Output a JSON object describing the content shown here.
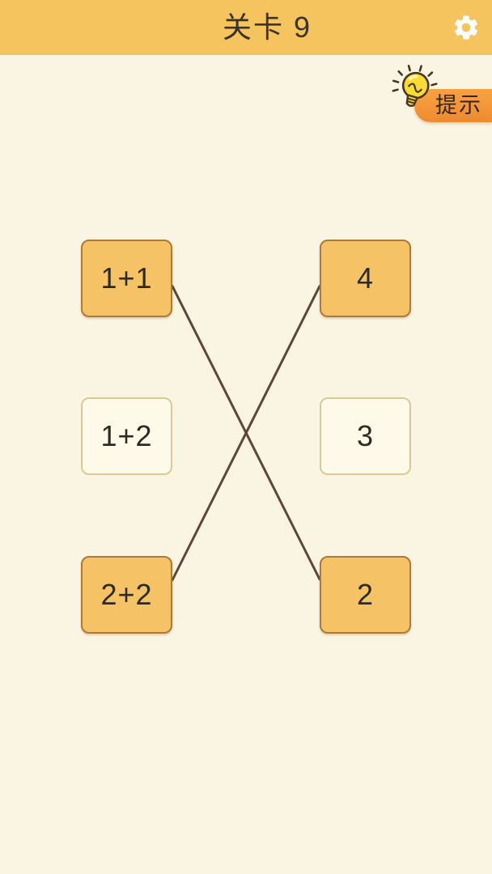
{
  "header": {
    "title": "关卡 9",
    "settings_icon": "gear-icon"
  },
  "hint": {
    "label": "提示",
    "icon": "lightbulb-icon"
  },
  "board": {
    "cards": [
      {
        "id": "1+1",
        "label": "1+1",
        "column": "left",
        "row": 0,
        "state": "matched"
      },
      {
        "id": "4",
        "label": "4",
        "column": "right",
        "row": 0,
        "state": "matched"
      },
      {
        "id": "1+2",
        "label": "1+2",
        "column": "left",
        "row": 1,
        "state": "unmatched"
      },
      {
        "id": "3",
        "label": "3",
        "column": "right",
        "row": 1,
        "state": "unmatched"
      },
      {
        "id": "2+2",
        "label": "2+2",
        "column": "left",
        "row": 2,
        "state": "matched"
      },
      {
        "id": "2",
        "label": "2",
        "column": "right",
        "row": 2,
        "state": "matched"
      }
    ],
    "connections": [
      {
        "from": "1+1",
        "to": "2",
        "from_anchor_y": 0.6,
        "to_anchor_y": 0.3
      },
      {
        "from": "2+2",
        "to": "4",
        "from_anchor_y": 0.31,
        "to_anchor_y": 0.6
      }
    ]
  },
  "colors": {
    "header_bg": "#f6c45e",
    "page_bg": "#faf4e2",
    "title_text": "#3a3328",
    "card_matched_bg": "#f5c266",
    "card_matched_border": "#aa7a3e",
    "card_unmatched_bg": "#fdfae9",
    "card_unmatched_border": "#dbc992",
    "card_text": "#2e2b25",
    "connection_line": "#5c4836",
    "hint_button_bg": "#f4953a",
    "hint_text": "#33261a",
    "gear_icon_color": "#ffffff",
    "bulb_fill": "#f9db33",
    "bulb_outline": "#463627"
  }
}
